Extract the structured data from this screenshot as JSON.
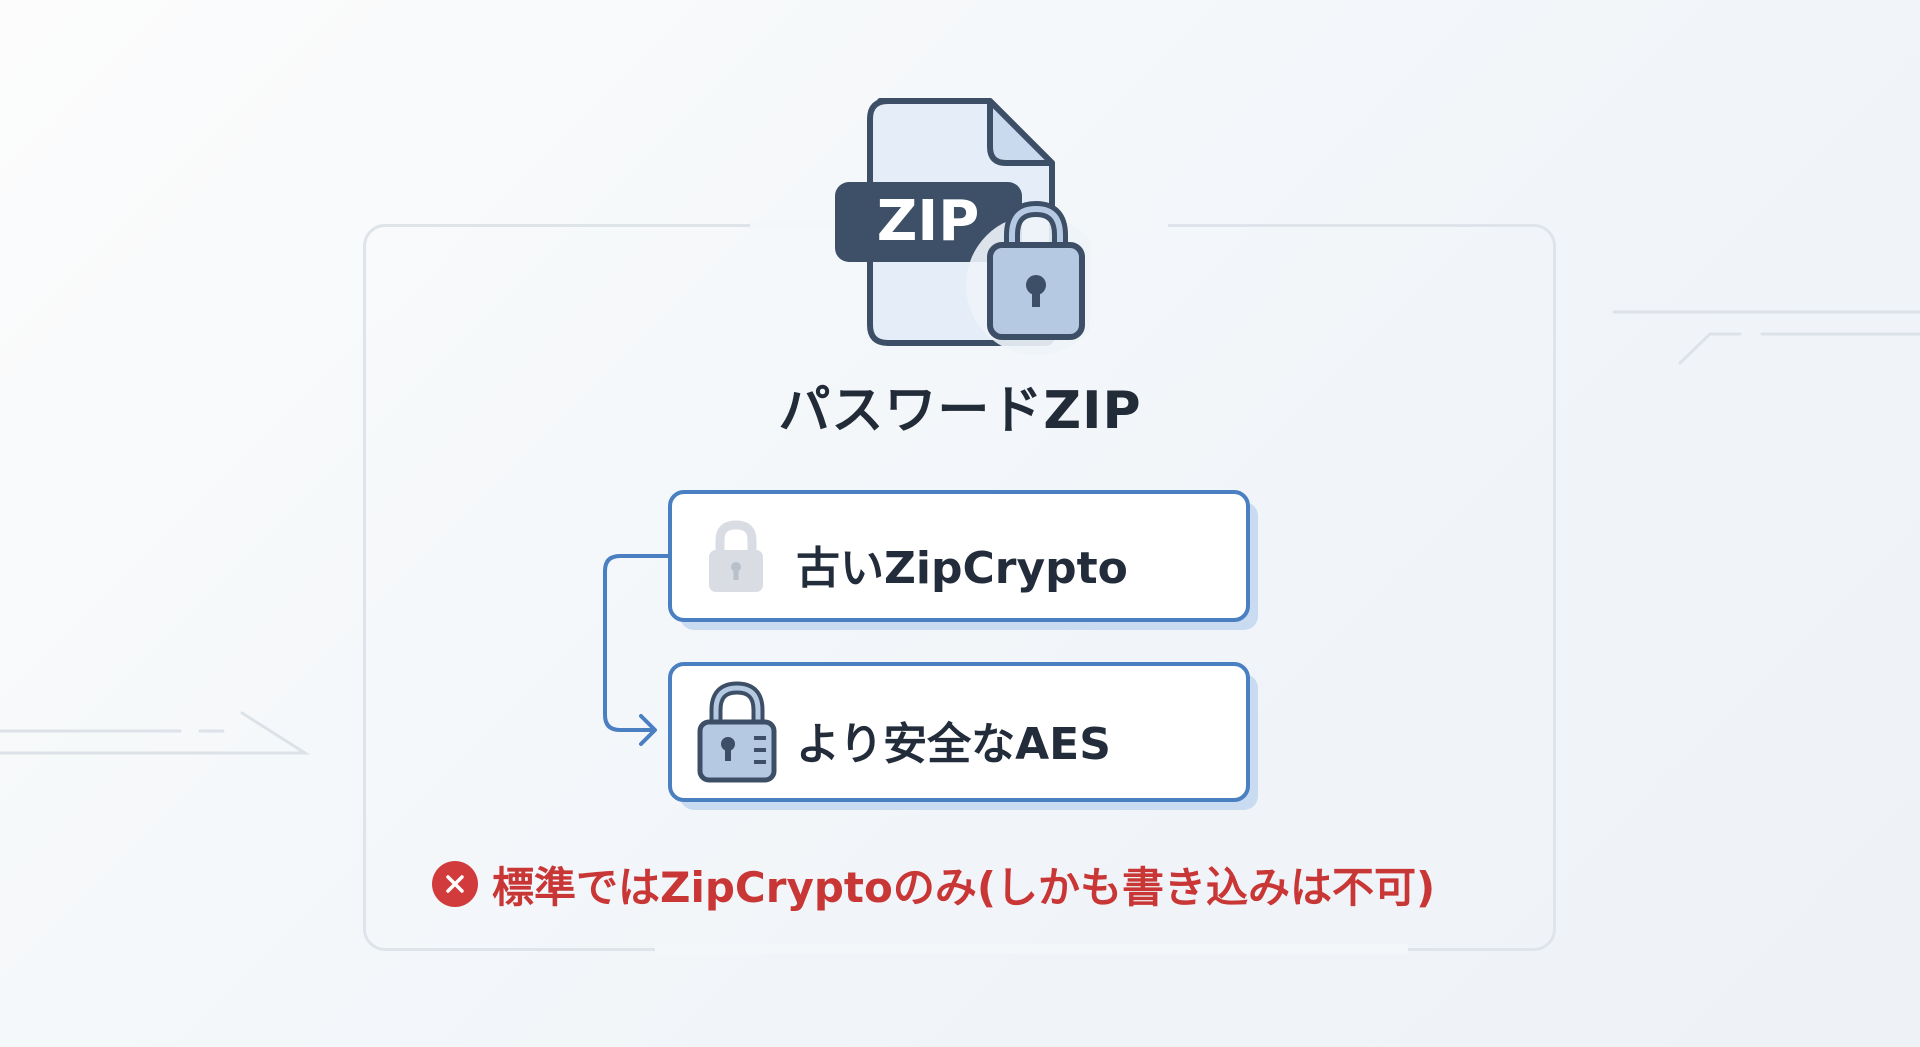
{
  "header": {
    "icon_label": "ZIP",
    "title": "パスワードZIP"
  },
  "options": [
    {
      "label": "古いZipCrypto",
      "icon": "lock-icon-faded",
      "state": "legacy"
    },
    {
      "label": "より安全なAES",
      "icon": "lock-icon-secure",
      "state": "recommended"
    }
  ],
  "note": {
    "icon": "error-x-icon",
    "text": "標準ではZipCryptoのみ(しかも書き込みは不可)"
  },
  "colors": {
    "accent_blue": "#4a7fc2",
    "text_dark": "#222b38",
    "error_red": "#c93636",
    "zip_badge": "#3d5068"
  }
}
